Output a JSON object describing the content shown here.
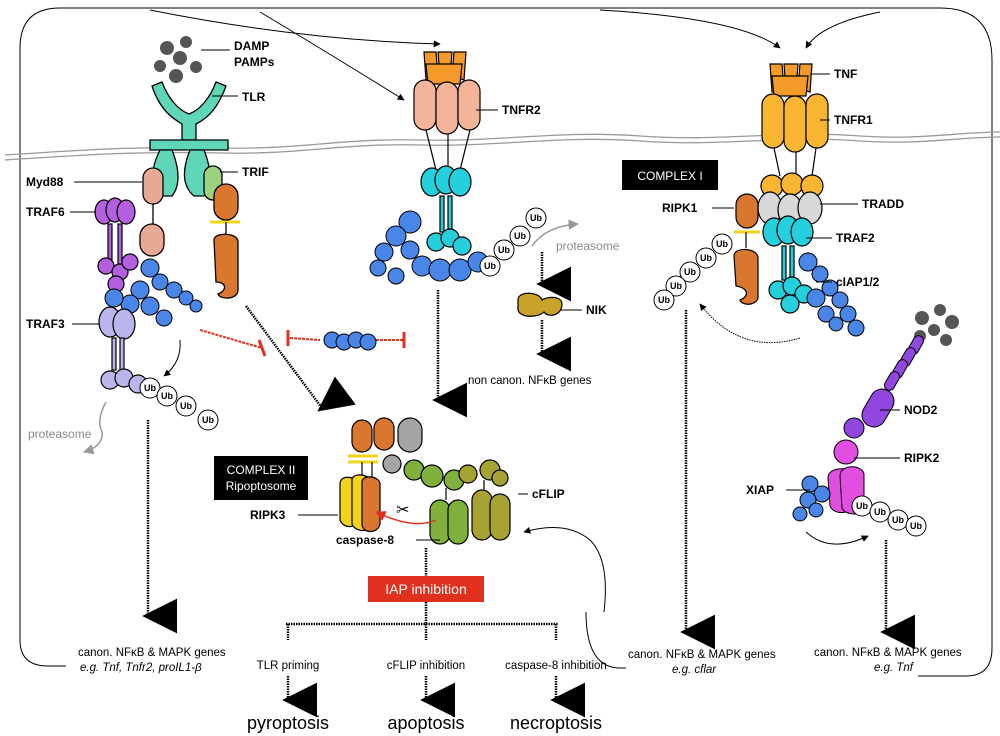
{
  "labels": {
    "damp": "DAMP",
    "pamps": "PAMPs",
    "tlr": "TLR",
    "trif": "TRIF",
    "myd88": "Myd88",
    "traf6": "TRAF6",
    "traf3": "TRAF3",
    "tnfr2": "TNFR2",
    "nik": "NIK",
    "tnf": "TNF",
    "tnfr1": "TNFR1",
    "complex1": "COMPLEX I",
    "ripk1": "RIPK1",
    "tradd": "TRADD",
    "traf2": "TRAF2",
    "ciap": "cIAP1/2",
    "nod2": "NOD2",
    "ripk2": "RIPK2",
    "xiap": "XIAP",
    "complex2_line1": "COMPLEX II",
    "complex2_line2": "Ripoptosome",
    "ripk3": "RIPK3",
    "cflip": "cFLIP",
    "caspase8": "caspase-8",
    "iap_inhibition": "IAP inhibition",
    "proteasome": "proteasome",
    "ub": "Ub",
    "scissors": "✂",
    "non_canon": "non canon. NFκB genes"
  },
  "outputs": {
    "left_genes": "canon. NFκB & MAPK genes",
    "left_examples": "e.g. Tnf, Tnfr2, proIL1-β",
    "mid_genes": "canon. NFκB & MAPK genes",
    "mid_examples": "e.g. cflar",
    "right_genes": "canon. NFκB & MAPK genes",
    "right_examples": "e.g. Tnf"
  },
  "branches": {
    "tlr_priming": "TLR priming",
    "cflip_inhibition": "cFLIP inhibition",
    "casp8_inhibition": "caspase-8 inhibition",
    "pyroptosis": "pyroptosis",
    "apoptosis": "apoptosis",
    "necroptosis": "necroptosis"
  },
  "colors": {
    "tlr": "#5fd6b8",
    "myd88": "#e8a994",
    "trif": "#9bd27f",
    "traf6": "#b45fe0",
    "traf3": "#b9b6ee",
    "blue": "#4a86e8",
    "tnfr2": "#f4b49a",
    "tnf": "#f39a2b",
    "cyan": "#25d0dc",
    "tnfr1": "#f8b531",
    "tradd": "#d8d8d8",
    "ripk1": "#d9772e",
    "nik": "#c9a22a",
    "nod2": "#9146e0",
    "ripk2": "#e04fe0",
    "ripk3": "#f2d51a",
    "casp8": "#7fb13c",
    "cflip": "#a6a332",
    "grey": "#a4a4a4",
    "inhibit_red": "#e0301e",
    "iap_box": "#e0301e"
  }
}
